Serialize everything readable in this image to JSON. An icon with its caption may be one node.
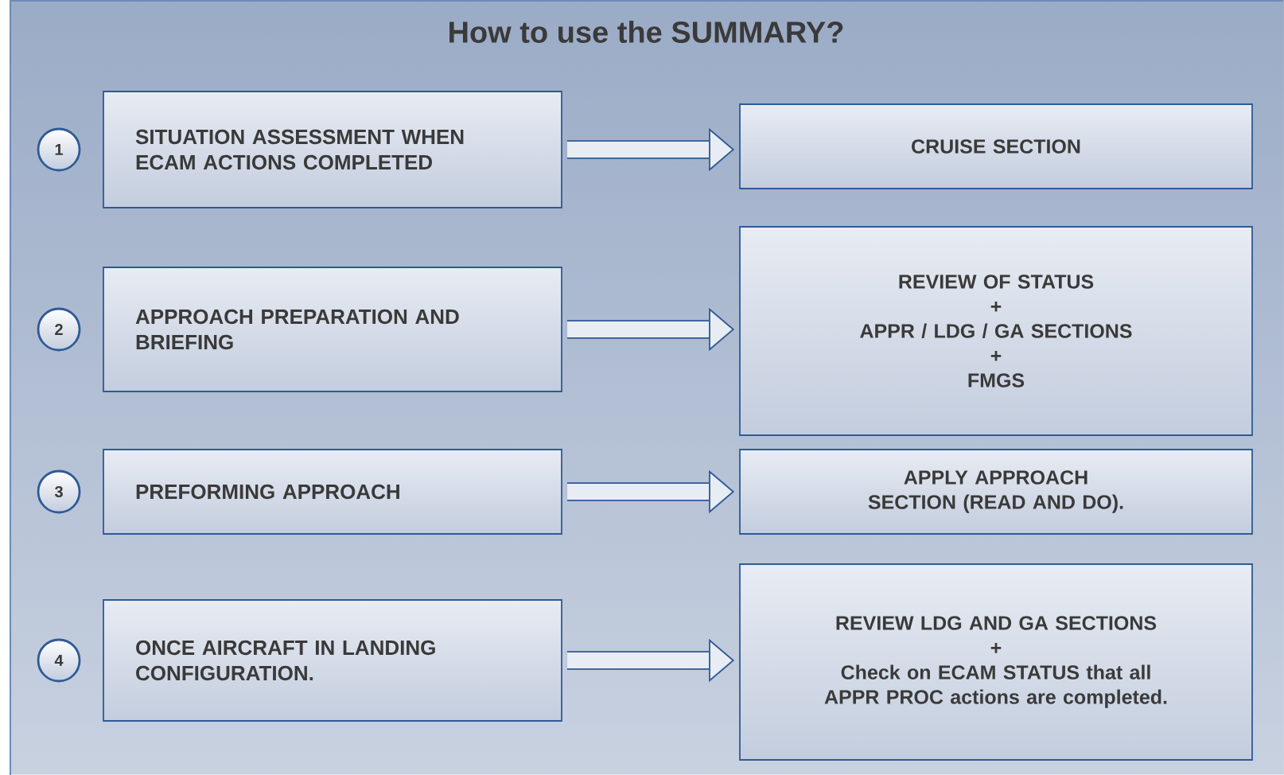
{
  "diagram": {
    "title": "How to use the SUMMARY?",
    "nodes": [
      {
        "text": [
          "1"
        ]
      },
      {
        "text": [
          "SITUATION ASSESSMENT WHEN ECAM ACTIONS COMPLETED"
        ]
      },
      {
        "text": [
          "CRUISE SECTION"
        ]
      },
      {
        "text": [
          "2"
        ]
      },
      {
        "text": [
          "APPROACH PREPARATION AND BRIEFING"
        ]
      },
      {
        "text": [
          "REVIEW OF STATUS",
          "+",
          "APPR / LDG / GA SECTIONS",
          "+",
          "FMGS"
        ]
      },
      {
        "text": [
          "3"
        ]
      },
      {
        "text": [
          "PREFORMING APPROACH"
        ]
      },
      {
        "text": [
          "APPLY APPROACH SECTION (READ AND DO)."
        ]
      },
      {
        "text": [
          "4"
        ]
      },
      {
        "text": [
          "ONCE AIRCRAFT IN LANDING CONFIGURATION."
        ]
      },
      {
        "text": [
          "REVIEW LDG AND GA SECTIONS",
          "+",
          "Check on ECAM STATUS that all APPR PROC actions are completed."
        ]
      }
    ],
    "edges": [
      {
        "from": 1,
        "to": 2,
        "arrow": "to"
      },
      {
        "from": 4,
        "to": 5,
        "arrow": "to"
      },
      {
        "from": 7,
        "to": 8,
        "arrow": "to"
      },
      {
        "from": 10,
        "to": 11,
        "arrow": "to"
      }
    ]
  }
}
